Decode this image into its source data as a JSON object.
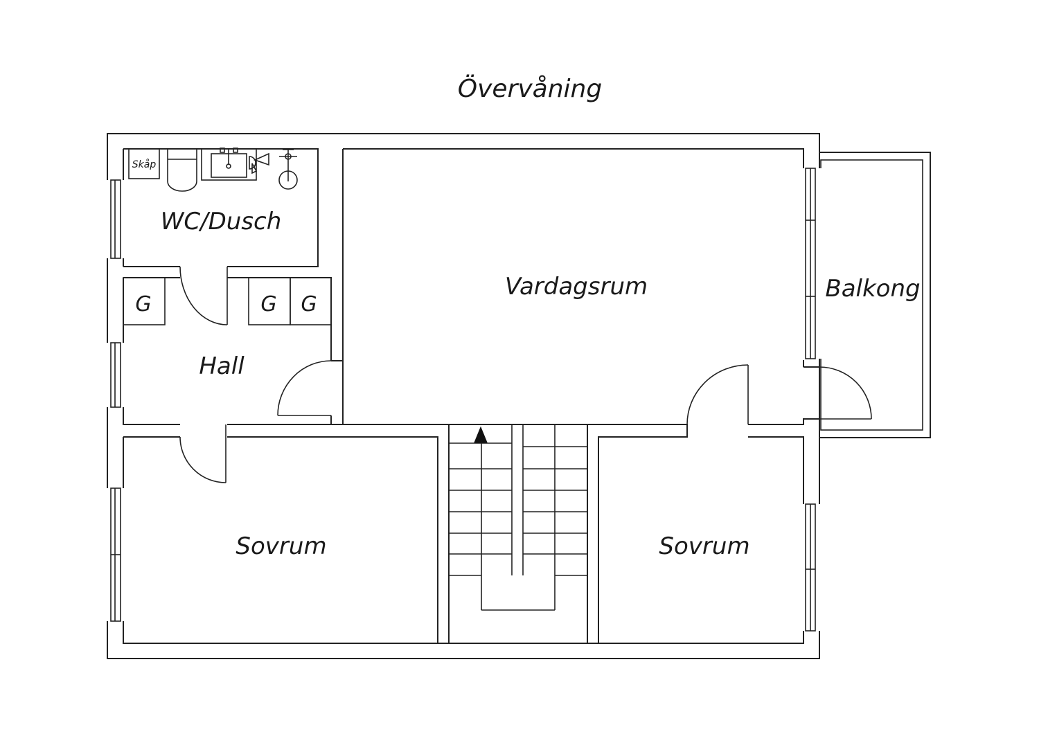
{
  "floor_title": "Övervåning",
  "rooms": {
    "wc_dusch": "WC/Dusch",
    "skap": "Skåp",
    "hall": "Hall",
    "vardagsrum": "Vardagsrum",
    "balkong": "Balkong",
    "sovrum_left": "Sovrum",
    "sovrum_right": "Sovrum"
  },
  "closets": {
    "g1": "G",
    "g2": "G",
    "g3": "G"
  },
  "colors": {
    "line": "#222222",
    "background": "#ffffff"
  }
}
